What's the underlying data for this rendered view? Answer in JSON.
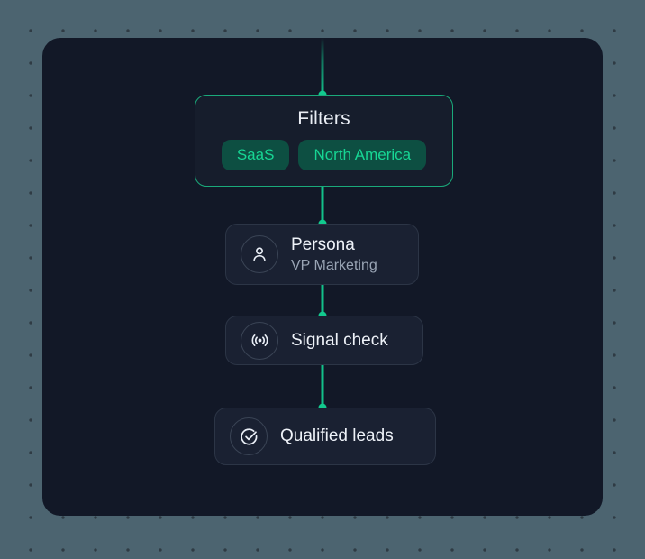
{
  "canvas": {
    "background_color": "#121827",
    "dot_grid_color": "#2f3b44",
    "accent_color": "#13c08a"
  },
  "flow": {
    "filters": {
      "title": "Filters",
      "pills": [
        {
          "label": "SaaS"
        },
        {
          "label": "North America"
        }
      ]
    },
    "nodes": [
      {
        "icon": "person-icon",
        "title": "Persona",
        "subtitle": "VP Marketing"
      },
      {
        "icon": "signal-broadcast-icon",
        "title": "Signal check",
        "subtitle": ""
      },
      {
        "icon": "check-circle-icon",
        "title": "Qualified leads",
        "subtitle": ""
      }
    ]
  }
}
